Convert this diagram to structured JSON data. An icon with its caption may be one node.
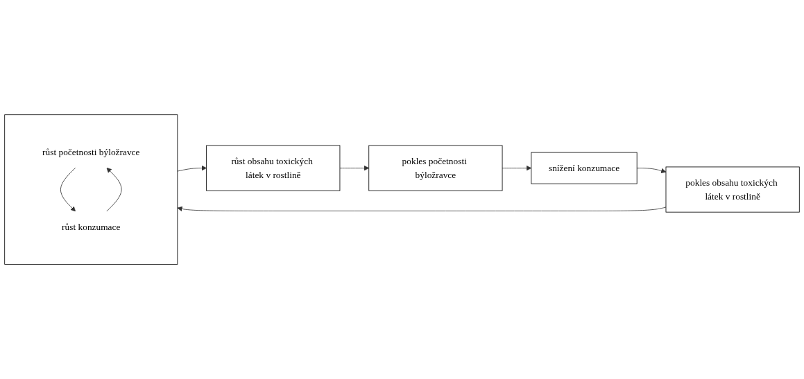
{
  "diagram": {
    "nodes": [
      {
        "text": [
          "pokles obsahu toxických látek v rostlině"
        ]
      },
      {
        "text": [],
        "shape": "box"
      },
      {
        "text": [
          "růst početnosti býložravce"
        ],
        "in": 1
      },
      {
        "text": [
          "růst konzumace"
        ],
        "in": 1
      },
      {
        "text": [
          "růst obsahu toxických látek v rostlině"
        ]
      },
      {
        "text": [
          "pokles početnosti býložravce"
        ]
      },
      {
        "text": [
          "snížení konzumace"
        ]
      }
    ],
    "edges": [
      {
        "from": 0,
        "to": 1,
        "arrow": "to"
      },
      {
        "from": 1,
        "to": 4,
        "arrow": "to"
      },
      {
        "from": 4,
        "to": 5,
        "arrow": "to"
      },
      {
        "from": 5,
        "to": 6,
        "arrow": "to"
      },
      {
        "from": 6,
        "to": 0,
        "arrow": "to"
      },
      {
        "from": 2,
        "to": 3,
        "arrow": "to"
      },
      {
        "from": 3,
        "to": 2,
        "arrow": "to"
      }
    ]
  }
}
